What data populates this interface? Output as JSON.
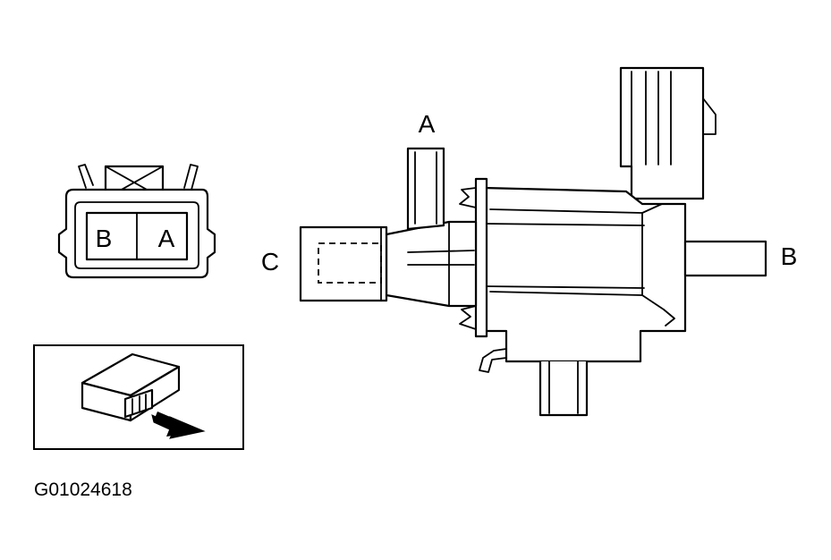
{
  "connector": {
    "pin_left": "B",
    "pin_right": "A"
  },
  "valve": {
    "port_top": "A",
    "port_left": "C",
    "port_right": "B"
  },
  "figure_code": "G01024618",
  "colors": {
    "line": "#000000",
    "background": "#ffffff"
  }
}
